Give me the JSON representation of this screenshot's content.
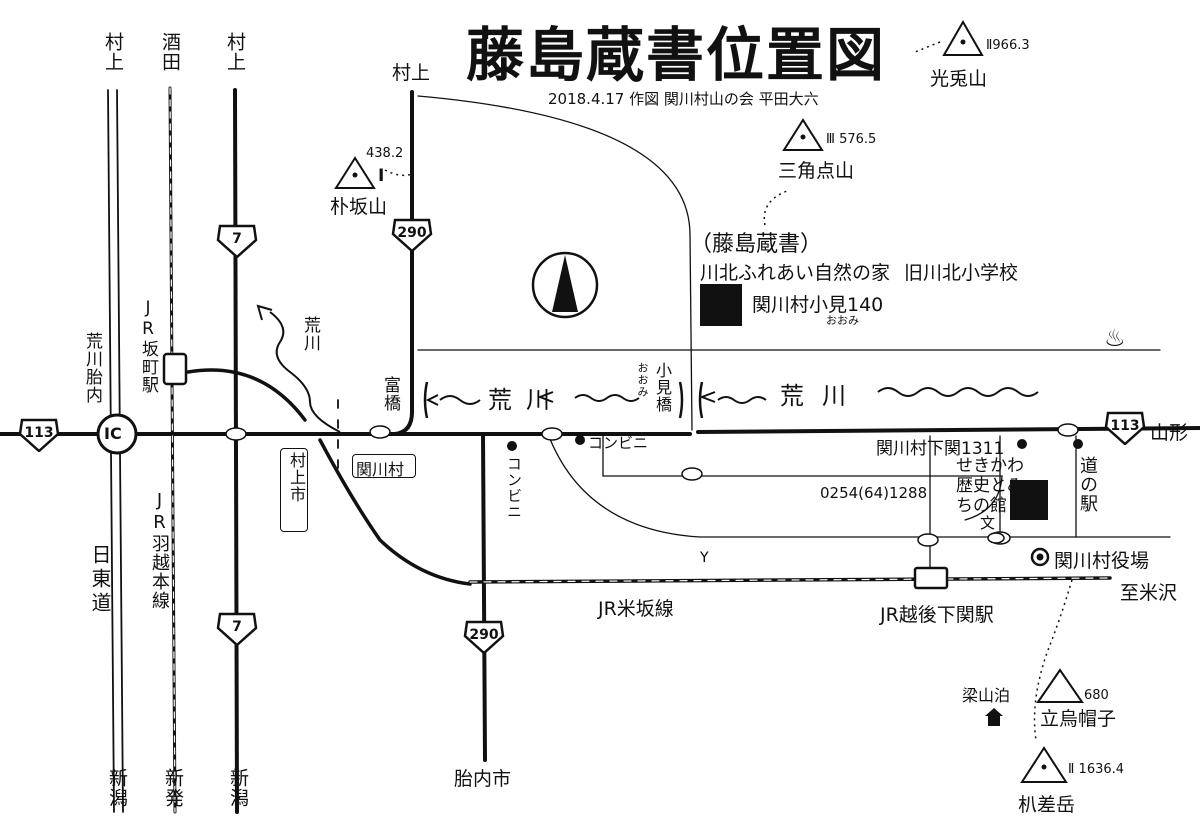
{
  "title": "藤島蔵書位置図",
  "credit": "2018.4.17 作図 関川村山の会 平田大六",
  "mountains": {
    "kosagasan": {
      "name": "光兎山",
      "grade": "Ⅱ",
      "elevation": "966.3"
    },
    "sankakutensan": {
      "name": "三角点山",
      "grade": "Ⅲ",
      "elevation": "576.5"
    },
    "hosakasan": {
      "name": "朴坂山",
      "grade": "Ⅰ",
      "elevation": "438.2"
    },
    "eboshi": {
      "name": "立烏帽子",
      "elevation": "680"
    },
    "hodaki": {
      "name": "朳差岳",
      "grade": "Ⅱ",
      "elevation": "1636.4"
    }
  },
  "facility": {
    "name_paren": "（藤島蔵書）",
    "name": "川北ふれあい自然の家",
    "address": "関川村小見140",
    "reading": "おおみ",
    "former_school": "旧川北小学校"
  },
  "rivers": {
    "arakawa": "荒川",
    "arakawa_north": "荒川"
  },
  "bridges": {
    "omi": "小見橋",
    "omi_reading": "おおみ",
    "tomi": "富橋"
  },
  "routes": {
    "r113_west": "113",
    "r113_east": "113",
    "r7_north": "7",
    "r7_south": "7",
    "r290_north": "290",
    "r290_south": "290",
    "ic": "IC"
  },
  "directions": {
    "murakami_1": "村上",
    "sakata": "酒田",
    "murakami_2": "村上",
    "murakami_3": "村上",
    "yamagata": "山形",
    "yonezawa": "至米沢",
    "tainaishi": "胎内市",
    "niigata_1": "新潟",
    "shibata": "新発",
    "niigata_2": "新潟"
  },
  "labels": {
    "arakawa_tainai": "荒川胎内",
    "jr_sakamachi": "JR坂町駅",
    "nichitodo": "日東道",
    "jr_uetsu": "JR羽越本線",
    "murakami_shi": "村上市",
    "sekikawa_mura": "関川村",
    "konbini_1": "コンビニ",
    "konbini_2": "コンビニ",
    "shimoseki_addr": "関川村下関1311",
    "sekikawa_museum": "せきかわ歴史とみちの館",
    "museum_symbol": "文",
    "michi_no_eki": "道の駅",
    "phone": "0254(64)1288",
    "village_office": "関川村役場",
    "jr_yonesaka": "JR米坂線",
    "jr_echigo": "JR越後下関駅",
    "ryozanpaku": "梁山泊",
    "onsen": "♨"
  }
}
